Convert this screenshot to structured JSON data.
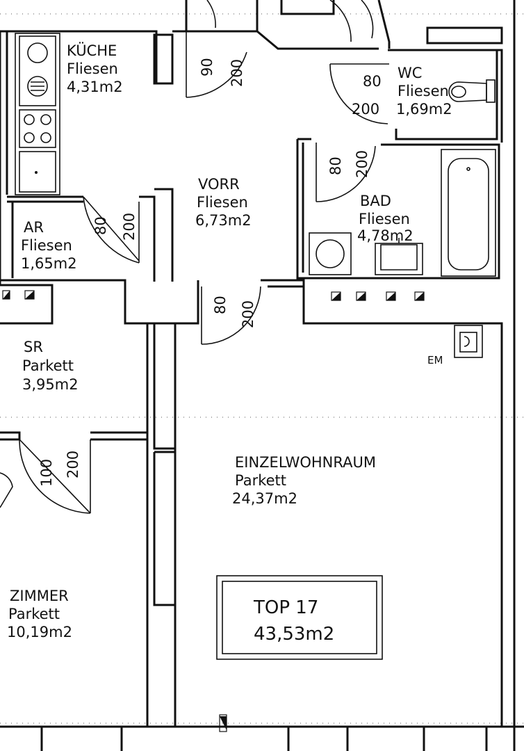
{
  "rooms": {
    "kueche": {
      "name": "KÜCHE",
      "floor": "Fliesen",
      "area": "4,31m2"
    },
    "wc": {
      "name": "WC",
      "floor": "Fliesen",
      "area": "1,69m2"
    },
    "vorr": {
      "name": "VORR",
      "floor": "Fliesen",
      "area": "6,73m2"
    },
    "bad": {
      "name": "BAD",
      "floor": "Fliesen",
      "area": "4,78m2"
    },
    "ar": {
      "name": "AR",
      "floor": "Fliesen",
      "area": "1,65m2"
    },
    "sr": {
      "name": "SR",
      "floor": "Parkett",
      "area": "3,95m2"
    },
    "einzelwohnraum": {
      "name": "EINZELWOHNRAUM",
      "floor": "Parkett",
      "area": "24,37m2"
    },
    "zimmer": {
      "name": "ZIMMER",
      "floor": "Parkett",
      "area": "10,19m2"
    }
  },
  "doors": {
    "kueche_w": "90",
    "kueche_h": "200",
    "wc_w": "80",
    "wc_h": "200",
    "bad_w": "80",
    "bad_h": "200",
    "ar_w": "80",
    "ar_h": "200",
    "vorr_w": "80",
    "vorr_h": "200",
    "sr_w": "100",
    "sr_h": "200"
  },
  "markers": {
    "em": "EM"
  },
  "unit": {
    "name": "TOP 17",
    "area": "43,53m2"
  }
}
